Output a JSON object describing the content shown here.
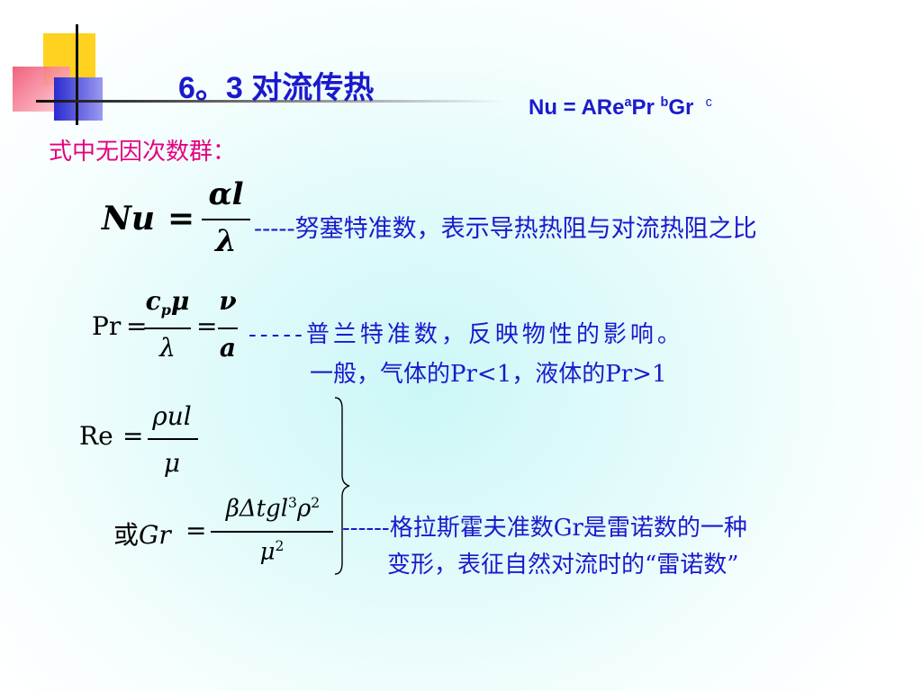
{
  "title": "6。3 对流传热",
  "formula": {
    "lhs": "Nu = ARe",
    "a": "a",
    "pr": "Pr",
    "b": "b",
    "gr": "Gr",
    "c": "c"
  },
  "subtitle": "式中无因次数群：",
  "nu": {
    "lhs": "Nu",
    "eq": "=",
    "num": "αl",
    "den": "λ",
    "desc": "-----努塞特准数，表示导热热阻与对流热阻之比"
  },
  "pr": {
    "lhs": "Pr",
    "eq1": "=",
    "num1_c": "c",
    "num1_p": "p",
    "num1_mu": "μ",
    "den1": "λ",
    "eq2": "=",
    "num2": "ν",
    "den2": "a",
    "desc": "-----普兰特准数，反映物性的影响。",
    "desc2": "一般，气体的Pr<1，液体的Pr>1"
  },
  "re": {
    "lhs": "Re",
    "eq": "=",
    "num": "ρul",
    "den": "μ"
  },
  "gr": {
    "or": "或",
    "lhs": "Gr",
    "eq": "=",
    "num_a": "βΔtgl",
    "num_p3": "3",
    "num_rho": "ρ",
    "num_p2": "2",
    "den_mu": "μ",
    "den_p2": "2",
    "desc": "------格拉斯霍夫准数Gr是雷诺数的一种",
    "desc2": "变形，表征自然对流时的“雷诺数”"
  },
  "colors": {
    "title": "#1a1acc",
    "subtitle": "#e6007e",
    "yellow": "#ffd21f",
    "blue": "#3b3bd4",
    "red": "#f0506e"
  }
}
